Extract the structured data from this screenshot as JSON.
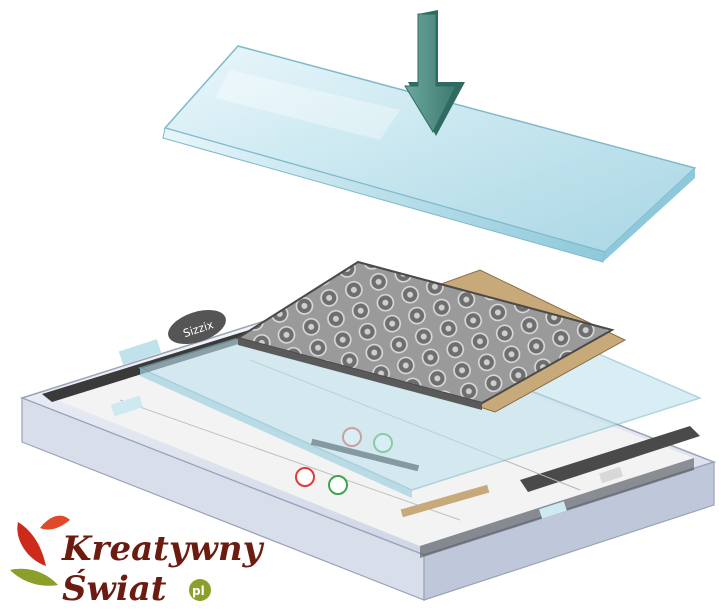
{
  "illustration": {
    "arrow_color": "#4f8f85",
    "glass_color": "#cfeaf2",
    "platform_color": "#e9edf6",
    "embossing_sheet_color": "#8f8f8f",
    "paper_color": "#c8a97a"
  },
  "base_labels": {
    "brand": "Sizzix"
  },
  "logo": {
    "line1": "Kreatywny",
    "line2": "Świat",
    "suffix": "pl",
    "text_color": "#6b1b0f",
    "leaf_red": "#cc2a1a",
    "leaf_green": "#8aa02a"
  }
}
